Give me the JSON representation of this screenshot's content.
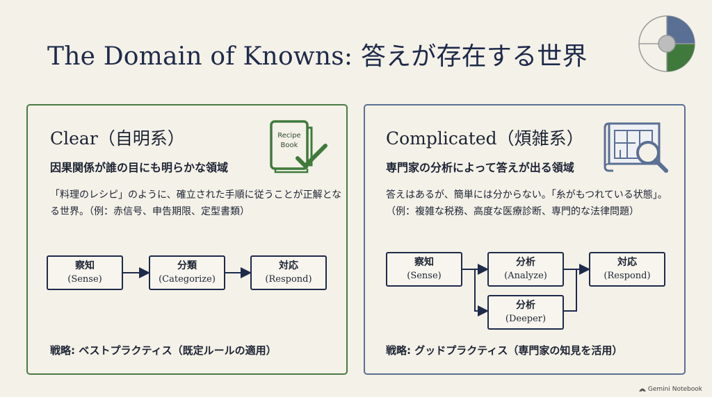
{
  "title": "The Domain of Knowns: 答えが存在する世界",
  "left": {
    "heading": "Clear（自明系）",
    "subheading": "因果関係が誰の目にも明らかな領域",
    "body": "「料理のレシピ」のように、確立された手順に従うことが正解となる世界。（例：赤信号、申告期限、定型書類）",
    "icon": "recipe-book-check-icon",
    "icon_label_1": "Recipe",
    "icon_label_2": "Book",
    "flow": [
      {
        "jp": "察知",
        "en": "(Sense)"
      },
      {
        "jp": "分類",
        "en": "(Categorize)"
      },
      {
        "jp": "対応",
        "en": "(Respond)"
      }
    ],
    "strategy": "戦略: ベストプラクティス（既定ルールの適用）",
    "accent": "#4a7a44"
  },
  "right": {
    "heading": "Complicated（煩雑系）",
    "subheading": "専門家の分析によって答えが出る領域",
    "body": "答えはあるが、簡単には分からない。「糸がもつれている状態」。（例：複雑な税務、高度な医療診断、専門的な法律問題）",
    "icon": "blueprint-magnifier-icon",
    "flow": [
      {
        "jp": "察知",
        "en": "(Sense)"
      },
      {
        "jp": "分析",
        "en": "(Analyze)"
      },
      {
        "jp": "分析",
        "en": "(Deeper)"
      },
      {
        "jp": "対応",
        "en": "(Respond)"
      }
    ],
    "strategy": "戦略: グッドプラクティス（専門家の知見を活用）",
    "accent": "#5a6f94"
  },
  "footer": "Gemini Notebook",
  "colors": {
    "background": "#f4f1e8",
    "navy": "#1e2a4a",
    "green": "#4a7a44",
    "slate_blue": "#5a6f94"
  }
}
